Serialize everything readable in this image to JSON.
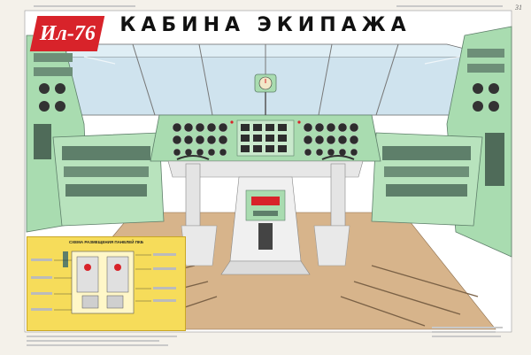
{
  "poster": {
    "logo": "Ил-76",
    "title": "КАБИНА ЭКИПАЖА",
    "sheet_number": "31"
  },
  "inset": {
    "title": "СХЕМА РАЗМЕЩЕНИЯ ПАНЕЛЕЙ ПКБ"
  },
  "colors": {
    "cockpit_green": "#a9dcb0",
    "panel_dark": "#5e7f6a",
    "floor_tan": "#d7b48b",
    "inset_yellow": "#f6dc5a",
    "logo_red": "#d8232a",
    "glazing_blue": "#cfe3ee"
  },
  "icons": [
    "standby-compass-icon",
    "control-yoke-icon"
  ]
}
